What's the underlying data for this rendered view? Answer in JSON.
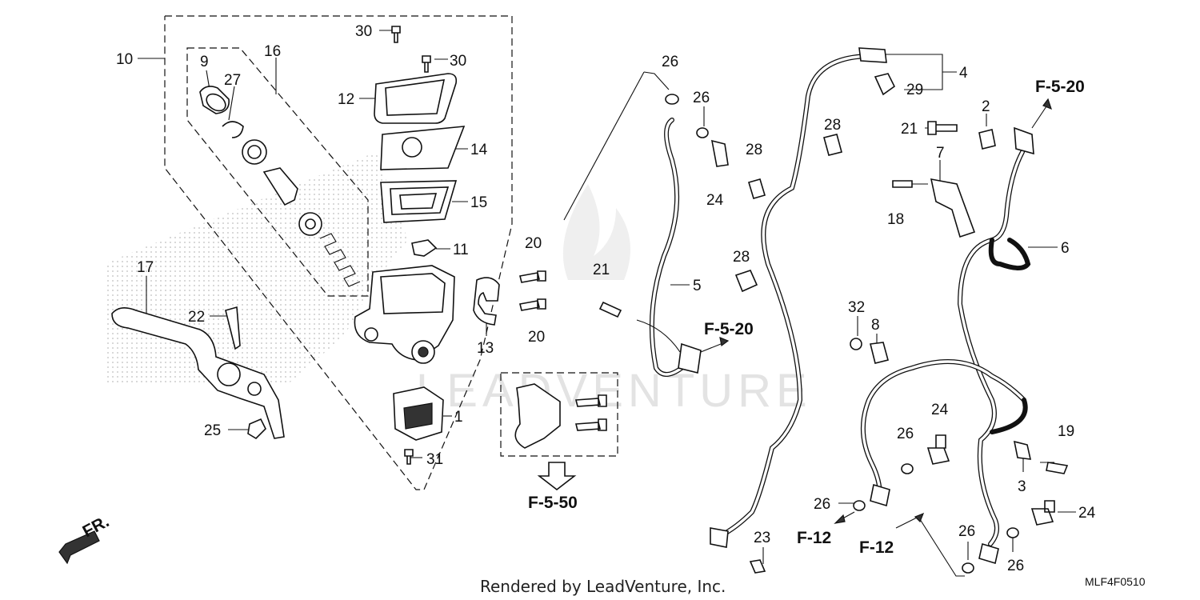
{
  "diagram": {
    "callouts": [
      {
        "id": "c10",
        "label": "10"
      },
      {
        "id": "c9",
        "label": "9"
      },
      {
        "id": "c27",
        "label": "27"
      },
      {
        "id": "c16",
        "label": "16"
      },
      {
        "id": "c30a",
        "label": "30"
      },
      {
        "id": "c30b",
        "label": "30"
      },
      {
        "id": "c12",
        "label": "12"
      },
      {
        "id": "c14",
        "label": "14"
      },
      {
        "id": "c15",
        "label": "15"
      },
      {
        "id": "c11",
        "label": "11"
      },
      {
        "id": "c17",
        "label": "17"
      },
      {
        "id": "c22",
        "label": "22"
      },
      {
        "id": "c13",
        "label": "13"
      },
      {
        "id": "c20a",
        "label": "20"
      },
      {
        "id": "c20b",
        "label": "20"
      },
      {
        "id": "c21a",
        "label": "21"
      },
      {
        "id": "c1",
        "label": "1"
      },
      {
        "id": "c25",
        "label": "25"
      },
      {
        "id": "c31",
        "label": "31"
      },
      {
        "id": "c26a",
        "label": "26"
      },
      {
        "id": "c26b",
        "label": "26"
      },
      {
        "id": "c24a",
        "label": "24"
      },
      {
        "id": "c28a",
        "label": "28"
      },
      {
        "id": "c28b",
        "label": "28"
      },
      {
        "id": "c28c",
        "label": "28"
      },
      {
        "id": "c5",
        "label": "5"
      },
      {
        "id": "c4",
        "label": "4"
      },
      {
        "id": "c29",
        "label": "29"
      },
      {
        "id": "c2",
        "label": "2"
      },
      {
        "id": "c21b",
        "label": "21"
      },
      {
        "id": "c7",
        "label": "7"
      },
      {
        "id": "c18",
        "label": "18"
      },
      {
        "id": "c6",
        "label": "6"
      },
      {
        "id": "c32",
        "label": "32"
      },
      {
        "id": "c8",
        "label": "8"
      },
      {
        "id": "c24b",
        "label": "24"
      },
      {
        "id": "c26c",
        "label": "26"
      },
      {
        "id": "c19",
        "label": "19"
      },
      {
        "id": "c3",
        "label": "3"
      },
      {
        "id": "c26d",
        "label": "26"
      },
      {
        "id": "c24c",
        "label": "24"
      },
      {
        "id": "c23",
        "label": "23"
      },
      {
        "id": "c26e",
        "label": "26"
      },
      {
        "id": "c26f",
        "label": "26"
      }
    ],
    "references": [
      {
        "id": "r1",
        "label": "F-5-20"
      },
      {
        "id": "r2",
        "label": "F-5-20"
      },
      {
        "id": "r3",
        "label": "F-5-50"
      },
      {
        "id": "r4",
        "label": "F-12"
      },
      {
        "id": "r5",
        "label": "F-12"
      }
    ],
    "front_label": "FR.",
    "footer": "Rendered by LeadVenture, Inc.",
    "diagram_code": "MLF4F0510",
    "watermark": "LEADVENTURE"
  }
}
